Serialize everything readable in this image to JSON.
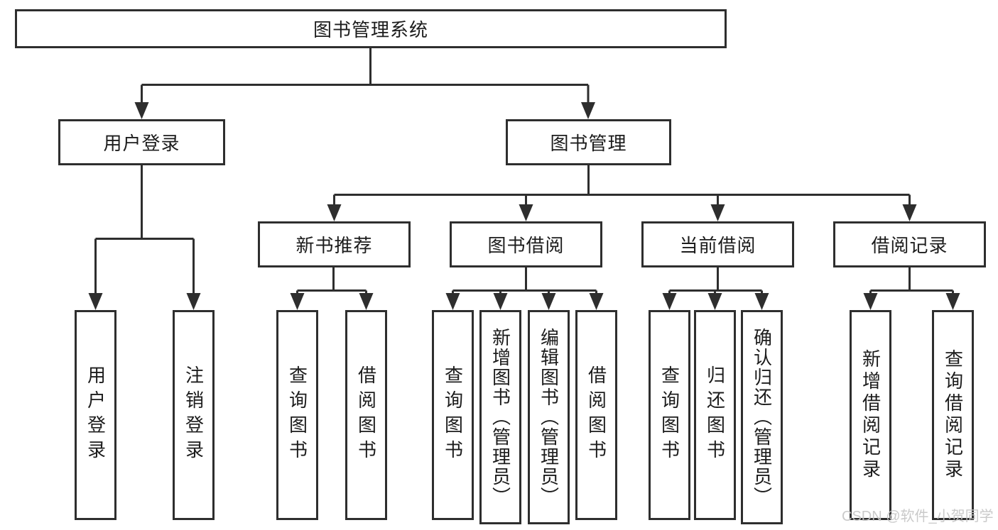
{
  "tree": {
    "root": "图书管理系统",
    "level2": [
      {
        "label": "用户登录",
        "leaves": [
          "用户登录",
          "注销登录"
        ]
      },
      {
        "label": "图书管理",
        "groups": [
          {
            "label": "新书推荐",
            "leaves": [
              "查询图书",
              "借阅图书"
            ]
          },
          {
            "label": "图书借阅",
            "leaves": [
              "查询图书",
              "新增图书（管理员）",
              "编辑图书（管理员）",
              "借阅图书"
            ]
          },
          {
            "label": "当前借阅",
            "leaves": [
              "查询图书",
              "归还图书",
              "确认归还（管理员）"
            ]
          },
          {
            "label": "借阅记录",
            "leaves": [
              "新增借阅记录",
              "查询借阅记录"
            ]
          }
        ]
      }
    ]
  },
  "watermark": "CSDN @软件_小贺同学",
  "colors": {
    "line": "#2e2e2e",
    "text": "#1c1c1c",
    "background": "#ffffff",
    "watermark": "#c6c6c6"
  }
}
